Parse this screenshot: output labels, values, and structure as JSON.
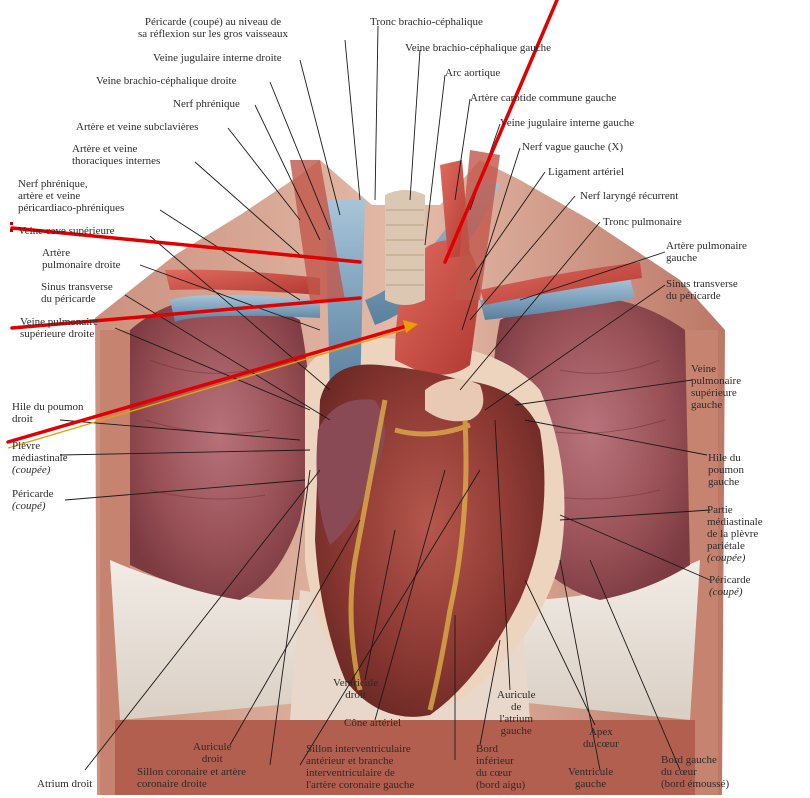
{
  "labels": {
    "pericarde_reflexion": "Péricarde (coupé) au niveau de\nsa réflexion sur les gros vaisseaux",
    "tronc_brachio": "Tronc brachio-céphalique",
    "veine_jug_int_droite": "Veine jugulaire interne droite",
    "veine_brachio_gauche": "Veine brachio-céphalique gauche",
    "veine_brachio_droite": "Veine brachio-céphalique droite",
    "arc_aortique": "Arc aortique",
    "nerf_phrenique": "Nerf phrénique",
    "artere_carotide": "Artère carotide commune gauche",
    "artere_veine_subclav": "Artère et veine subclavières",
    "veine_jug_int_gauche": "Veine jugulaire interne gauche",
    "artere_veine_thoraciques": "Artère et veine\nthoraciques internes",
    "nerf_vague": "Nerf vague gauche (X)",
    "ligament_arteriel": "Ligament artériel",
    "nerf_phrenique_pericardiaco": "Nerf phrénique,\nartère et veine\npéricardiaco-phréniques",
    "nerf_larynge": "Nerf laryngé récurrent",
    "tronc_pulmonaire": "Tronc pulmonaire",
    "veine_cave_sup": "Veine cave supérieure",
    "artere_pulm_droite": "Artère\npulmonaire droite",
    "artere_pulm_gauche": "Artère pulmonaire\ngauche",
    "sinus_transverse_l": "Sinus transverse\ndu péricarde",
    "sinus_transverse_r": "Sinus transverse\ndu péricarde",
    "veine_pulm_droite": "Veine pulmonaire\nsupérieure droite",
    "veine_pulm_gauche": "Veine\npulmonaire\nsupérieure\ngauche",
    "hile_droit": "Hile du poumon\ndroit",
    "hile_gauche": "Hile du\npoumon\ngauche",
    "plevre_med": "Plèvre\nmédiastinale",
    "plevre_med_em": "(coupée)",
    "pericarde_l": "Péricarde",
    "pericarde_l_em": "(coupé)",
    "partie_med": "Partie\nmédiastinale\nde la plèvre\npariétale",
    "partie_med_em": "(coupée)",
    "pericarde_r": "Péricarde",
    "pericarde_r_em": "(coupé)",
    "ventricule_droit": "Ventricule\ndroit",
    "cone_arteriel": "Cône artériel",
    "auricule_atrium": "Auricule\nde\nl'atrium\ngauche",
    "apex": "Apex\ndu cœur",
    "auricule_droit": "Auricule\ndroit",
    "sillon_interv": "Sillon interventriculaire\nantérieur et branche\ninterventriculaire de\nl'artère coronaire gauche",
    "bord_inferieur": "Bord\ninférieur\ndu cœur\n(bord aigu)",
    "ventricule_gauche": "Ventricule\ngauche",
    "bord_gauche": "Bord gauche\ndu cœur\n(bord émoussé)",
    "atrium_droit": "Atrium droit",
    "sillon_coronaire": "Sillon coronaire et artère\ncoronaire droite"
  }
}
